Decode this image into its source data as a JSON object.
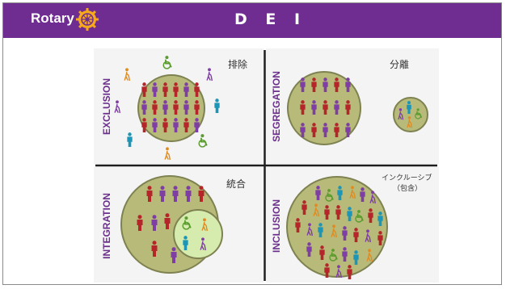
{
  "header": {
    "brand": "Rotary",
    "title": "D E I",
    "logo_icon": "rotary-wheel-icon",
    "bg_color": "#6f2c91"
  },
  "quadrants": {
    "exclusion": {
      "label": "EXCLUSION",
      "caption": "排除"
    },
    "segregation": {
      "label": "SEGREGATION",
      "caption": "分離"
    },
    "integration": {
      "label": "INTEGRATION",
      "caption": "統合"
    },
    "inclusion": {
      "label": "INCLUSION",
      "caption_line1": "インクルーシブ",
      "caption_line2": "（包含）"
    }
  },
  "colors": {
    "circle_fill": "#b8ba7a",
    "circle_stroke": "#7e8250",
    "inner_circle_fill": "#d5ecae",
    "majority_red": "#b5262b",
    "majority_purple": "#7e3ea3",
    "minority_teal": "#1c95b7",
    "minority_orange": "#e08a20",
    "minority_green": "#5a9c2e",
    "label_purple": "#6a2f8a"
  }
}
